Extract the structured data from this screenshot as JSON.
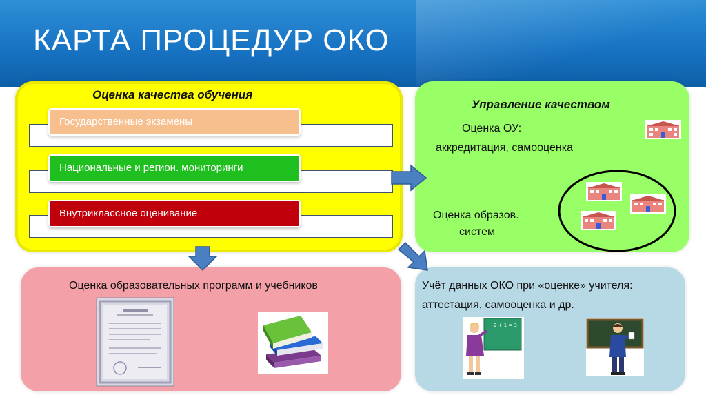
{
  "title": "КАРТА ПРОЦЕДУР ОКО",
  "quality_of_learning": {
    "heading": "Оценка качества обучения",
    "items": [
      {
        "label": "Государственные экзамены",
        "color": "#f8bf8e"
      },
      {
        "label": "Национальные и регион. мониторинги",
        "color": "#1fbf1f"
      },
      {
        "label": "Внутриклассное оценивание",
        "color": "#c0000a"
      }
    ]
  },
  "quality_management": {
    "heading": "Управление качеством",
    "line1": "Оценка ОУ:",
    "line2": "аккредитация, самооценка",
    "line3": "Оценка образов.",
    "line4": "систем"
  },
  "programs": {
    "text": "Оценка образовательных программ и учебников"
  },
  "teachers": {
    "line1": "Учёт данных ОКО при «оценке» учителя:",
    "line2": "аттестация, самооценка и др.",
    "board_text": "2 + 1 = 3"
  },
  "colors": {
    "header": "#1874c4",
    "yellow_panel": "#ffff00",
    "green_panel": "#99ff66",
    "pink_panel": "#f4a0a9",
    "blue_panel": "#b7d9e6",
    "arrow": "#4a7fc1"
  },
  "icons": [
    "school-building-icon",
    "certificate-icon",
    "books-icon",
    "teacher-woman-icon",
    "teacher-man-icon"
  ]
}
